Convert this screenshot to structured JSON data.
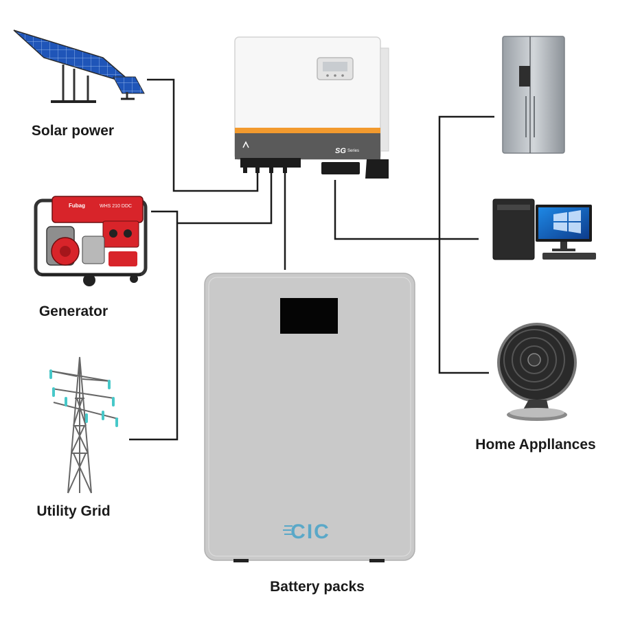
{
  "labels": {
    "solar": "Solar power",
    "generator": "Generator",
    "grid": "Utility Grid",
    "appliances": "Home Appllances",
    "battery": "Battery packs"
  },
  "inverter": {
    "series_mark": "SG",
    "series_suffix": "Series"
  },
  "generator": {
    "brand": "Fubag",
    "model": "WHS 210 DDC"
  },
  "battery": {
    "logo": "CIC"
  },
  "colors": {
    "wire": "#1a1a1a",
    "inverter_body": "#f7f7f7",
    "inverter_band": "#5a5a5a",
    "inverter_accent": "#f29a2e",
    "battery_body": "#c9c9c9",
    "battery_logo": "#5aa8c8",
    "generator_red": "#d8242a",
    "solar_blue": "#1f55b8"
  }
}
